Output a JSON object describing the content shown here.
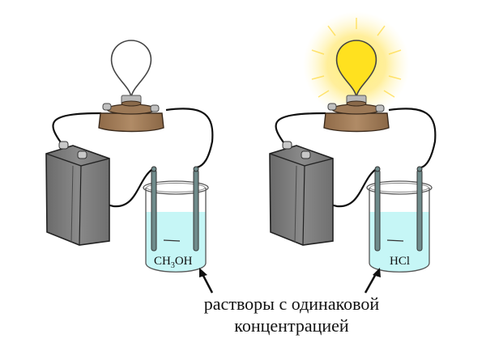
{
  "diagram": {
    "setups": [
      {
        "id": "left",
        "bulb_state": "off",
        "bulb_color": "#ffffff",
        "solution_label": {
          "main": "CH",
          "sub": "3",
          "rest": "OH"
        }
      },
      {
        "id": "right",
        "bulb_state": "on",
        "bulb_color": "#ffe11f",
        "glow_color": "#fff3a0",
        "solution_label": {
          "main": "HCl",
          "sub": "",
          "rest": ""
        }
      }
    ],
    "caption": {
      "line1": "растворы с одинаковой",
      "line2": "концентрацией"
    },
    "colors": {
      "battery": "#7a7a7a",
      "battery_dark": "#5e5e5e",
      "base": "#a07a55",
      "liquid": "#c6f6f6",
      "electrode": "#6f8b8b",
      "wire": "#111111"
    }
  }
}
